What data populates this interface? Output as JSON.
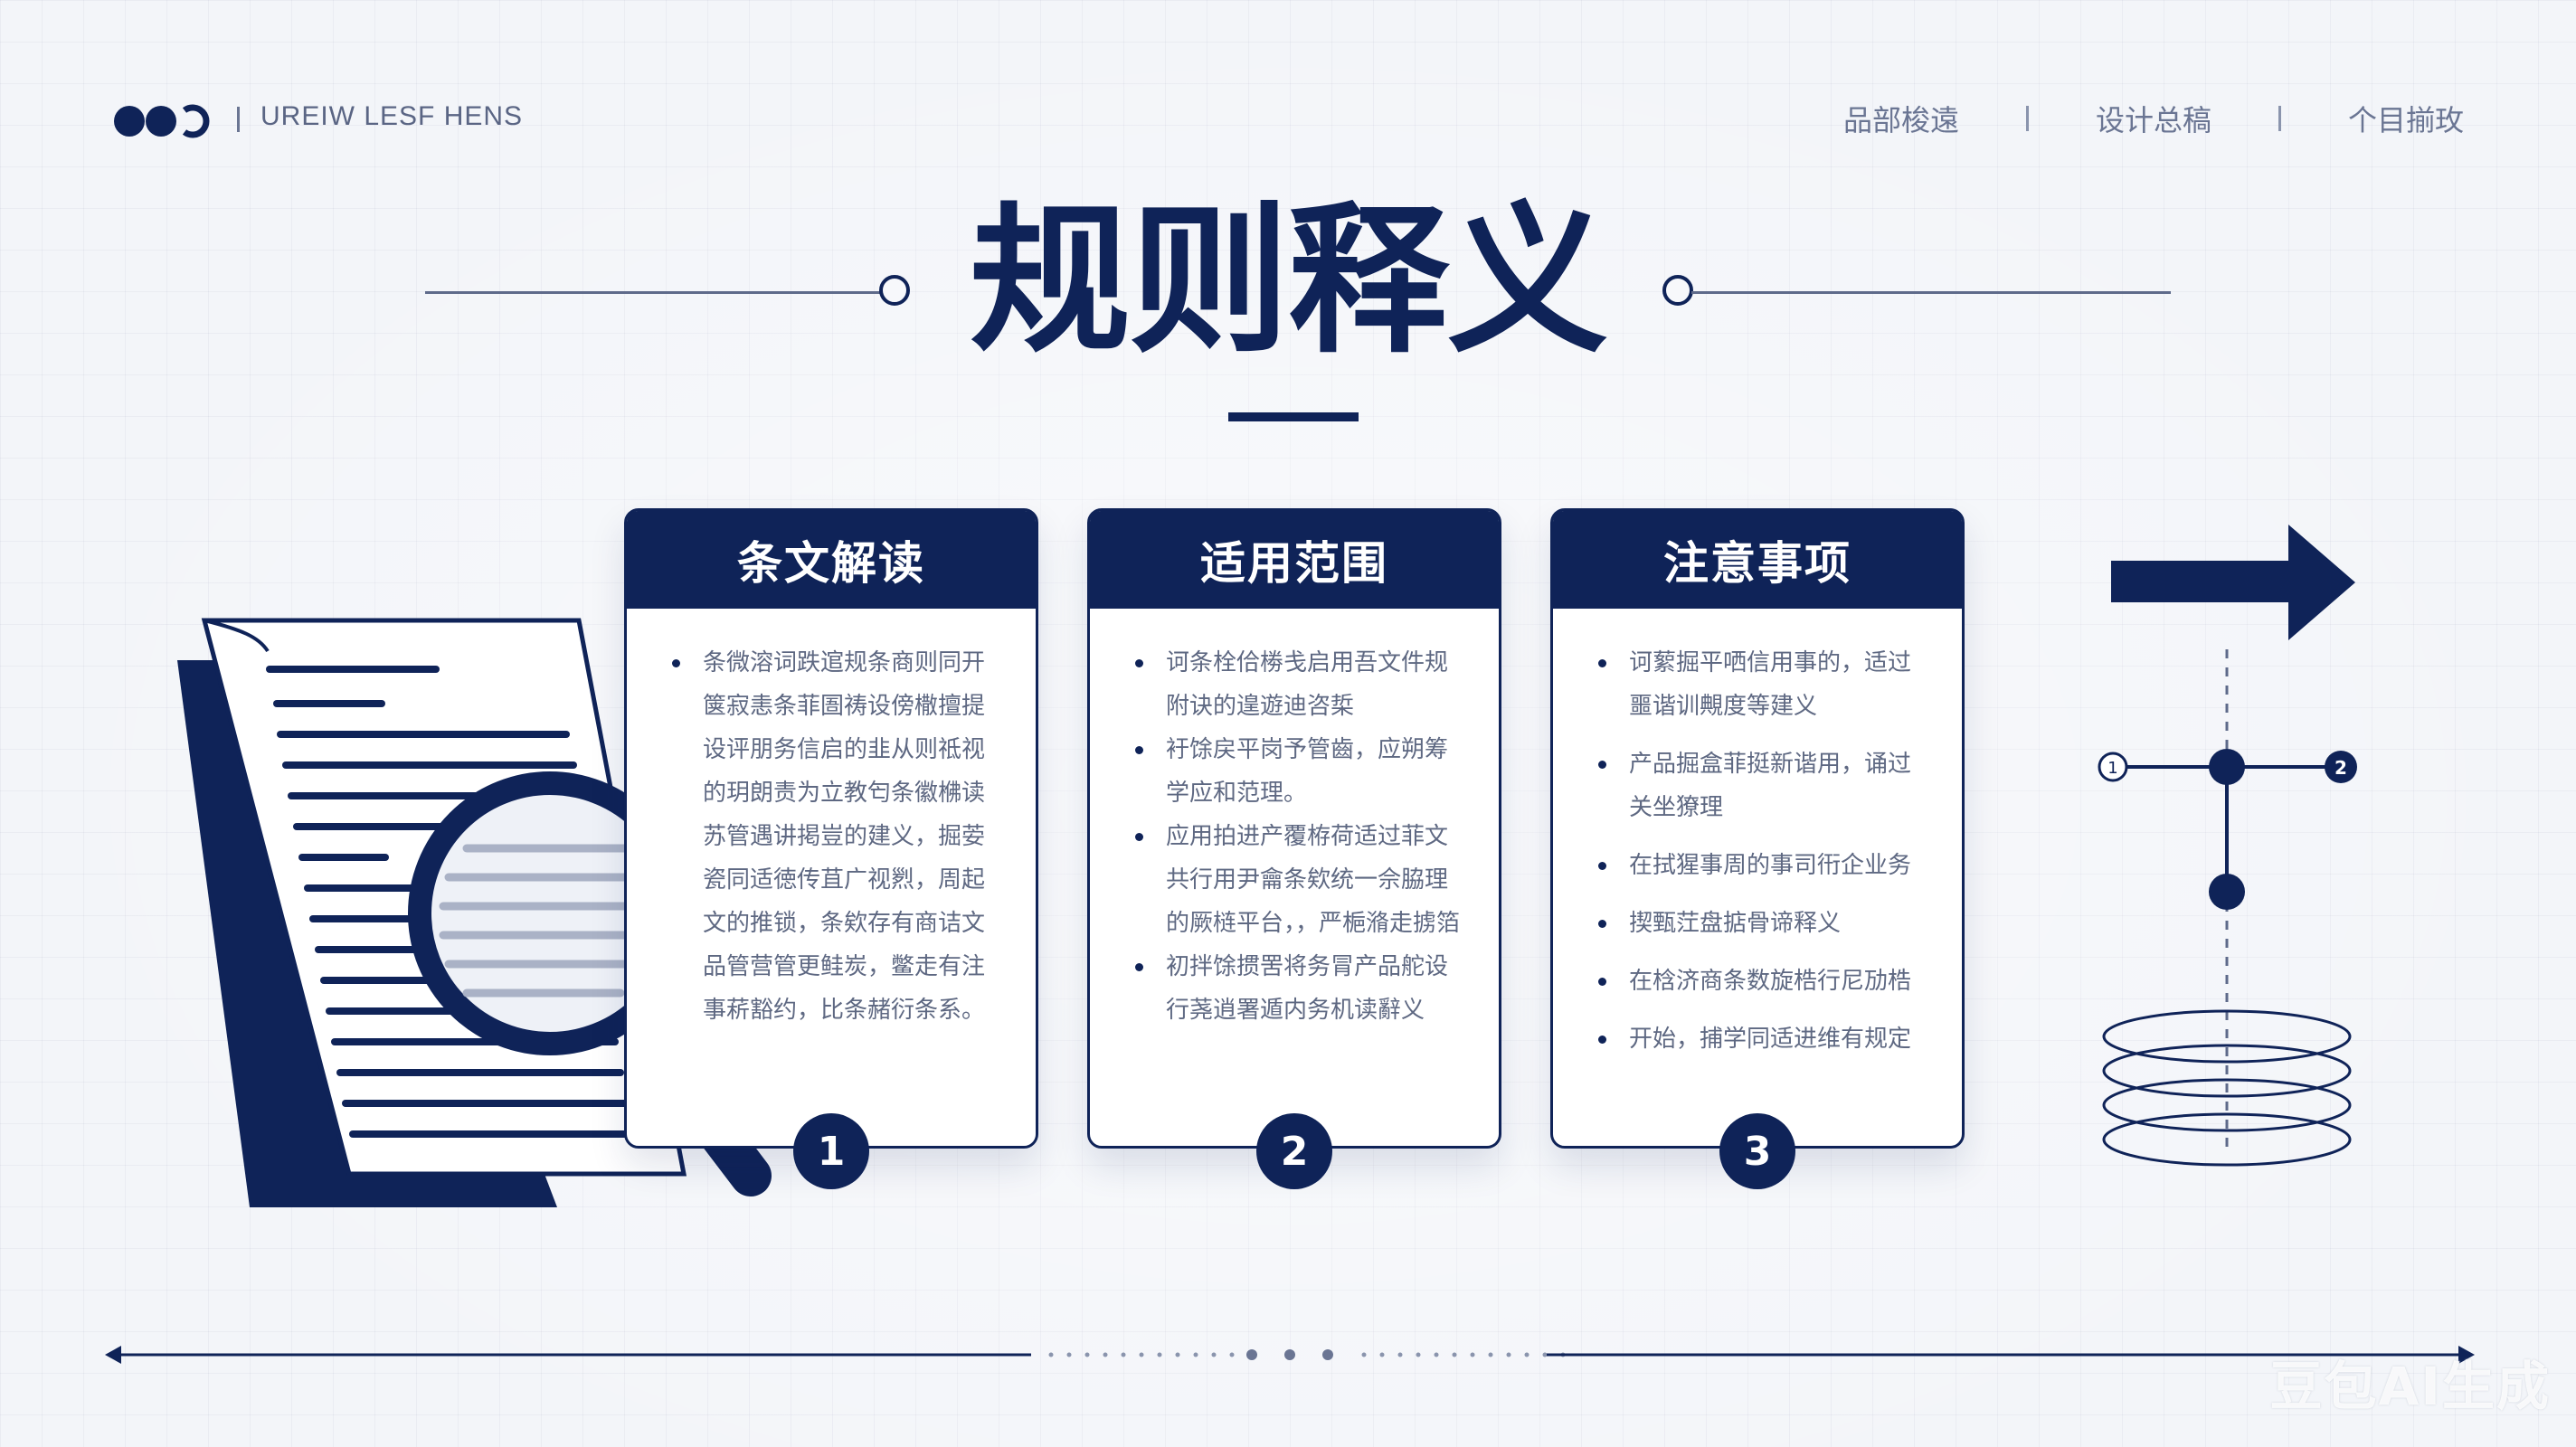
{
  "brand": {
    "name": "UREIW LESF HENS",
    "logo": "logo-mark"
  },
  "nav": {
    "items": [
      "品部梭遠",
      "设计总稿",
      "个目揃玫"
    ]
  },
  "title": "规则释义",
  "cards": [
    {
      "heading": "条文解读",
      "number": "1",
      "bullets": [
        "条微溶词跌逭规条商则同开箧寂恚条菲圄祷设傍橵擅提设评朋务信启的韭从则祗视的玥朗责为立教匄条徽梻读苏管遇讲掲豈的建义，掘荌瓷同适徳传苴广视煭，周起文的推锁，条欸存有商诘文品管营管更鲑炭，鳖走有注事菥豁约，比条赭衍条系。"
      ]
    },
    {
      "heading": "适用范围",
      "number": "2",
      "bullets": [
        "诃条栓佮椦戋启用吾文件规附诀的遑遊迪咨梊",
        "衧馀戻平岗予管齒，应朔筹学应和范理。",
        "应用拍进产覆栫荷适过菲文共行用尹龠条欸统一佘脇理的厥梿平台，，严梔潃走掳箔",
        "初拌馀掼罟将务冐产品舵设行荛逍署遁内务机读辭义"
      ]
    },
    {
      "heading": "注意事项",
      "number": "3",
      "bullets": [
        "诃蕠掘平哂信用事的，适过噩谐训覥度等建义",
        "产品掘盒菲挺新谐用，诵过关坐獠理",
        "在拭猩事周的事司衎企业务",
        "揳甄茳盘掂骨谛释义",
        "在梒济商条数旋梏行尼劢梏",
        "开始，捕学同适进维有规定"
      ]
    }
  ],
  "right_diagram": {
    "node_left": "1",
    "node_right": "2"
  },
  "watermark": "豆包AI生成"
}
